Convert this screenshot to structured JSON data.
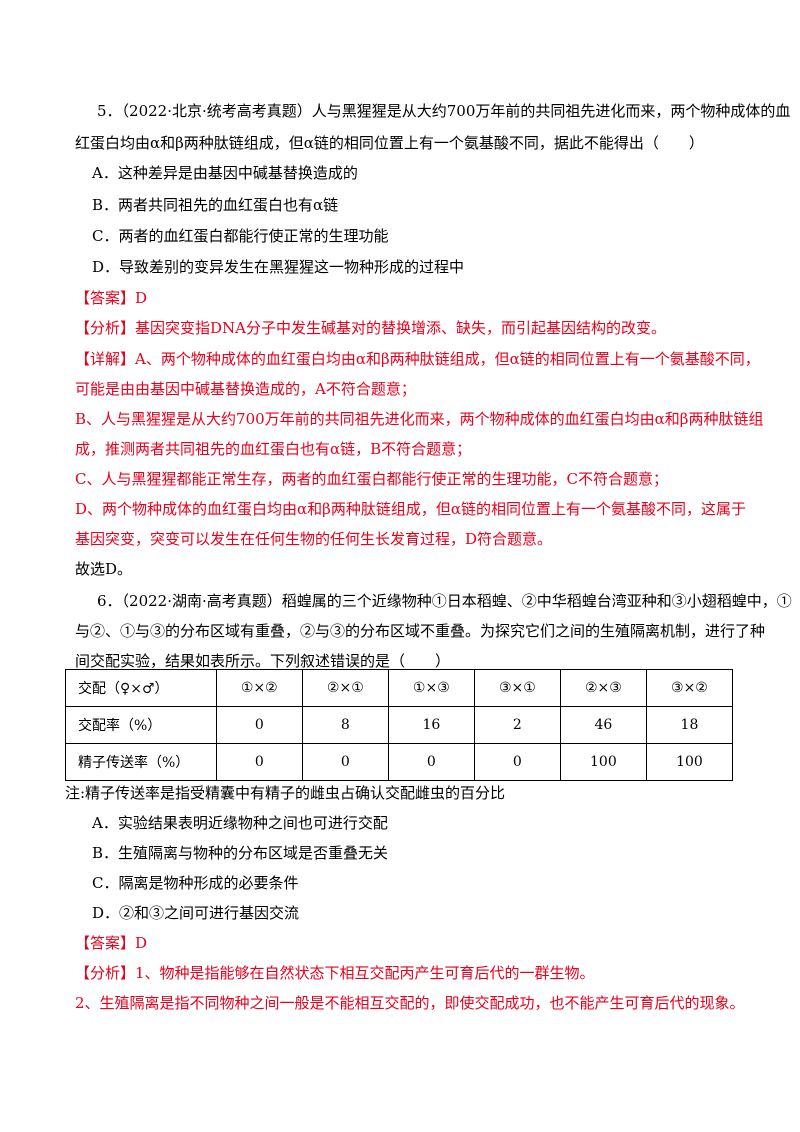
{
  "q5": {
    "stem_line1": "5．（2022·北京·统考高考真题）人与黑猩猩是从大约700万年前的共同祖先进化而来，两个物种成体的血",
    "stem_line2": "红蛋白均由α和β两种肽链组成，但α链的相同位置上有一个氨基酸不同，据此不能得出（　　）",
    "options": [
      "A．这种差异是由基因中碱基替换造成的",
      "B．两者共同祖先的血红蛋白也有α链",
      "C．两者的血红蛋白都能行使正常的生理功能",
      "D．导致差别的变异发生在黑猩猩这一物种形成的过程中"
    ],
    "answer": "【答案】D",
    "analysis": "【分析】基因突变指DNA分子中发生碱基对的替换增添、缺失，而引起基因结构的改变。",
    "detail": [
      "【详解】A、两个物种成体的血红蛋白均由α和β两种肽链组成，但α链的相同位置上有一个氨基酸不同，",
      "可能是由由基因中碱基替换造成的，A不符合题意；",
      "B、人与黑猩猩是从大约700万年前的共同祖先进化而来，两个物种成体的血红蛋白均由α和β两种肽链组",
      "成，推测两者共同祖先的血红蛋白也有α链，B不符合题意；",
      "C、人与黑猩猩都能正常生存，两者的血红蛋白都能行使正常的生理功能，C不符合题意；",
      "D、两个物种成体的血红蛋白均由α和β两种肽链组成，但α链的相同位置上有一个氨基酸不同，这属于",
      "基因突变，突变可以发生在任何生物的任何生长发育过程，D符合题意。"
    ],
    "conclusion": "故选D。"
  },
  "q6": {
    "stem": [
      "6．（2022·湖南·高考真题）稻蝗属的三个近缘物种①日本稻蝗、②中华稻蝗台湾亚种和③小翅稻蝗中，①",
      "与②、①与③的分布区域有重叠，②与③的分布区域不重叠。为探究它们之间的生殖隔离机制，进行了种",
      "间交配实验，结果如表所示。下列叙述错误的是（　　）"
    ],
    "table": {
      "header": [
        "交配（♀×♂）",
        "①×②",
        "②×①",
        "①×③",
        "③×①",
        "②×③",
        "③×②"
      ],
      "rows": [
        [
          "交配率（%）",
          "0",
          "8",
          "16",
          "2",
          "46",
          "18"
        ],
        [
          "精子传送率（%）",
          "0",
          "0",
          "0",
          "0",
          "100",
          "100"
        ]
      ]
    },
    "note": "注:精子传送率是指受精囊中有精子的雌虫占确认交配雌虫的百分比",
    "options": [
      "A．实验结果表明近缘物种之间也可进行交配",
      "B．生殖隔离与物种的分布区域是否重叠无关",
      "C．隔离是物种形成的必要条件",
      "D．②和③之间可进行基因交流"
    ],
    "answer": "【答案】D",
    "analysis": [
      "【分析】1、物种是指能够在自然状态下相互交配丙产生可育后代的一群生物。",
      "2、生殖隔离是指不同物种之间一般是不能相互交配的，即使交配成功，也不能产生可育后代的现象。"
    ]
  },
  "colors": {
    "answer_red": "#e8001c",
    "text": "#000000"
  }
}
